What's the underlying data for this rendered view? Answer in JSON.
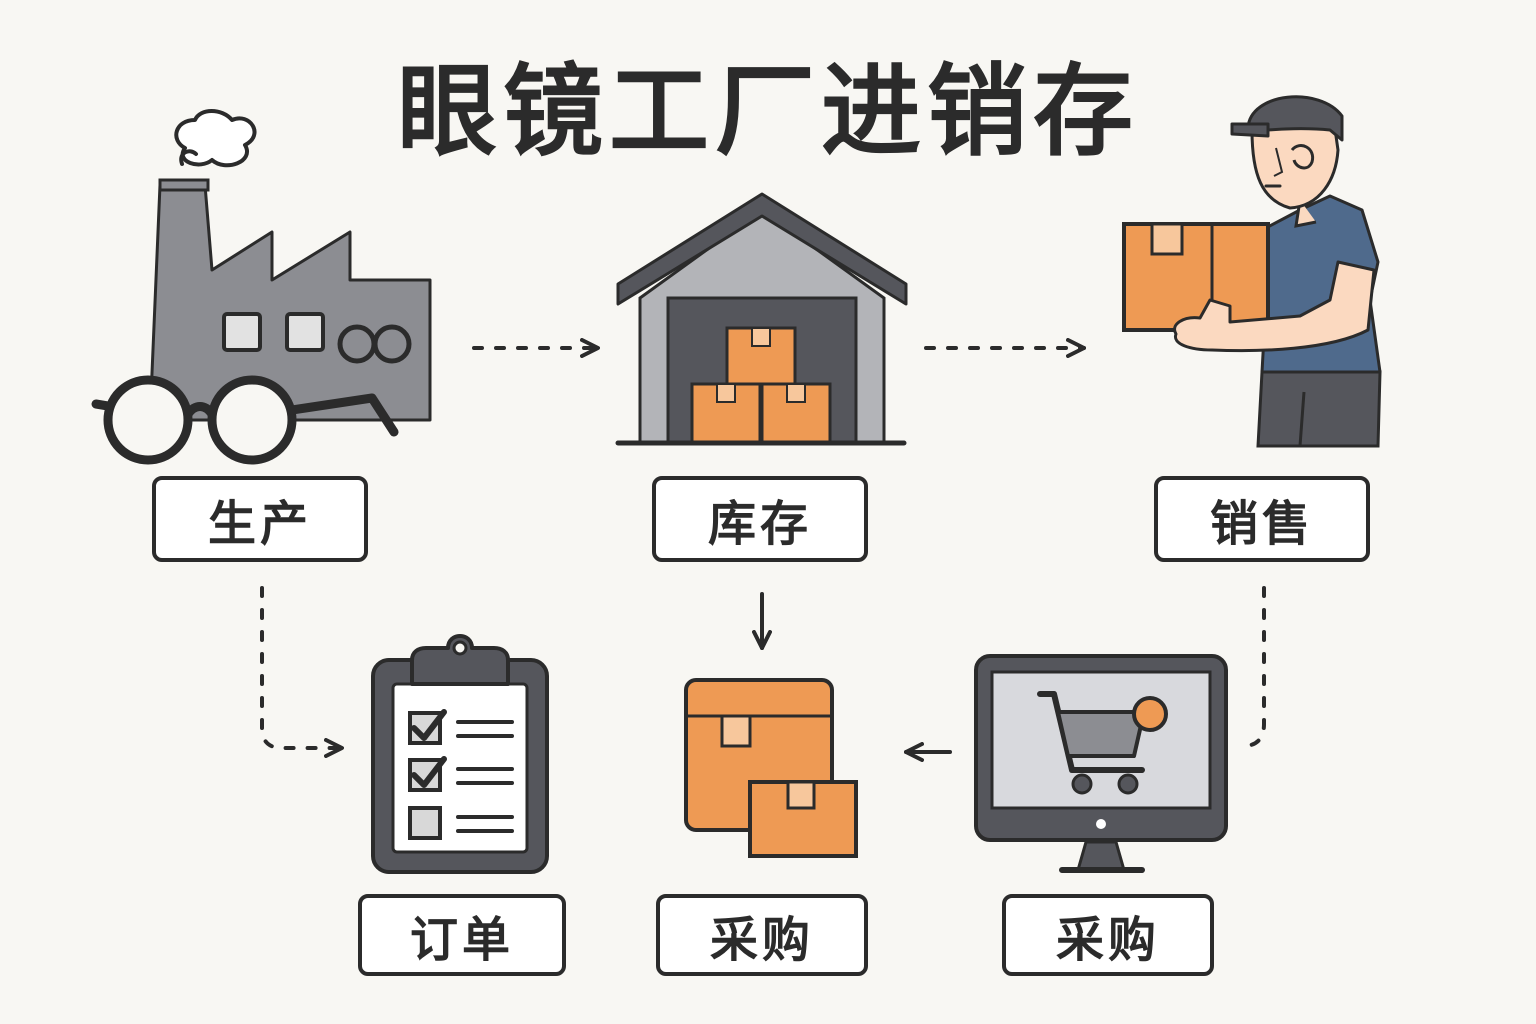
{
  "title": "眼镜工厂进销存",
  "colors": {
    "dark": "#2b2b2b",
    "gray": "#8c8d92",
    "light_gray": "#b3b4b8",
    "orange": "#ee9a54",
    "blue": "#4f6a8c",
    "skin": "#fbd9c0",
    "background": "#f8f7f3"
  },
  "nodes": {
    "production": {
      "label": "生产",
      "icon": "factory-with-glasses-icon"
    },
    "inventory": {
      "label": "库存",
      "icon": "warehouse-icon"
    },
    "sales": {
      "label": "销售",
      "icon": "delivery-person-icon"
    },
    "orders": {
      "label": "订单",
      "icon": "clipboard-checklist-icon"
    },
    "purchase_boxes": {
      "label": "采购",
      "icon": "boxes-icon"
    },
    "purchase_online": {
      "label": "采购",
      "icon": "monitor-cart-icon"
    }
  }
}
